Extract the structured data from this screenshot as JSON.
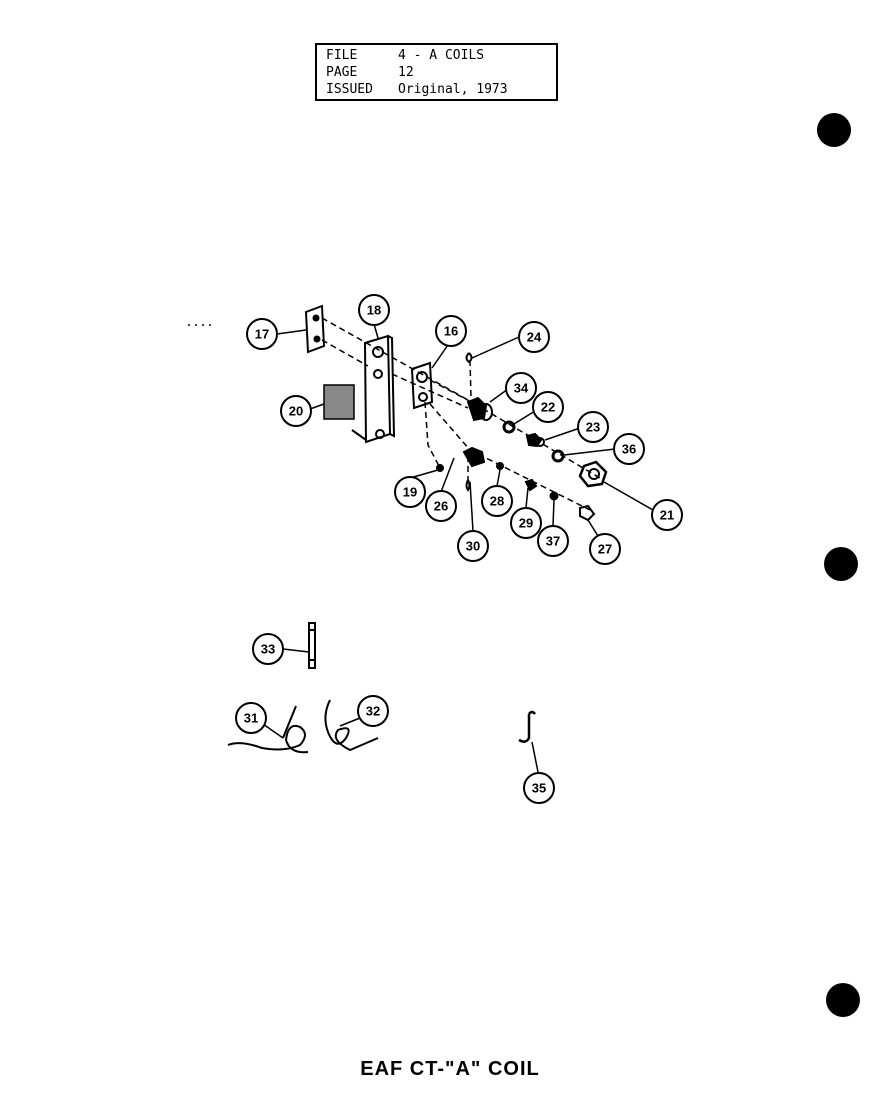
{
  "header": {
    "file_label": "FILE",
    "file_value": "4 - A COILS",
    "page_label": "PAGE",
    "page_value": "12",
    "issued_label": "ISSUED",
    "issued_value": "Original, 1973"
  },
  "caption": "EAF CT-\"A\" COIL",
  "callouts": [
    "17",
    "18",
    "16",
    "24",
    "34",
    "22",
    "23",
    "36",
    "21",
    "20",
    "19",
    "26",
    "28",
    "29",
    "37",
    "27",
    "30",
    "33",
    "31",
    "32",
    "35"
  ]
}
